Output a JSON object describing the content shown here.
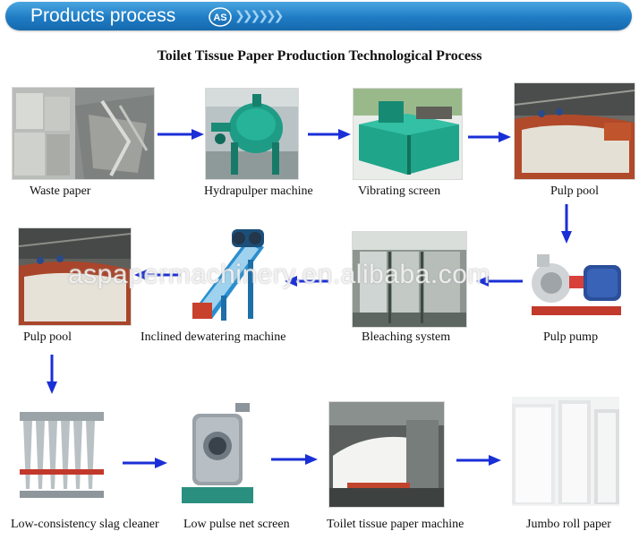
{
  "header": {
    "banner_title": "Products process",
    "logo_text": "AS"
  },
  "diagram": {
    "title": "Toilet Tissue Paper Production Technological Process",
    "steps": [
      {
        "label": "Waste paper"
      },
      {
        "label": "Hydrapulper machine"
      },
      {
        "label": "Vibrating screen"
      },
      {
        "label": "Pulp pool"
      },
      {
        "label": "Pulp pump"
      },
      {
        "label": "Bleaching system"
      },
      {
        "label": "Inclined dewatering machine"
      },
      {
        "label": "Pulp pool"
      },
      {
        "label": "Low-consistency slag cleaner"
      },
      {
        "label": "Low pulse net screen"
      },
      {
        "label": "Toilet tissue paper machine"
      },
      {
        "label": "Jumbo roll paper"
      }
    ],
    "watermark": "aspapermachinery.en.alibaba.com"
  },
  "colors": {
    "banner": "#1f7cc4",
    "arrow": "#1a2fd6"
  }
}
